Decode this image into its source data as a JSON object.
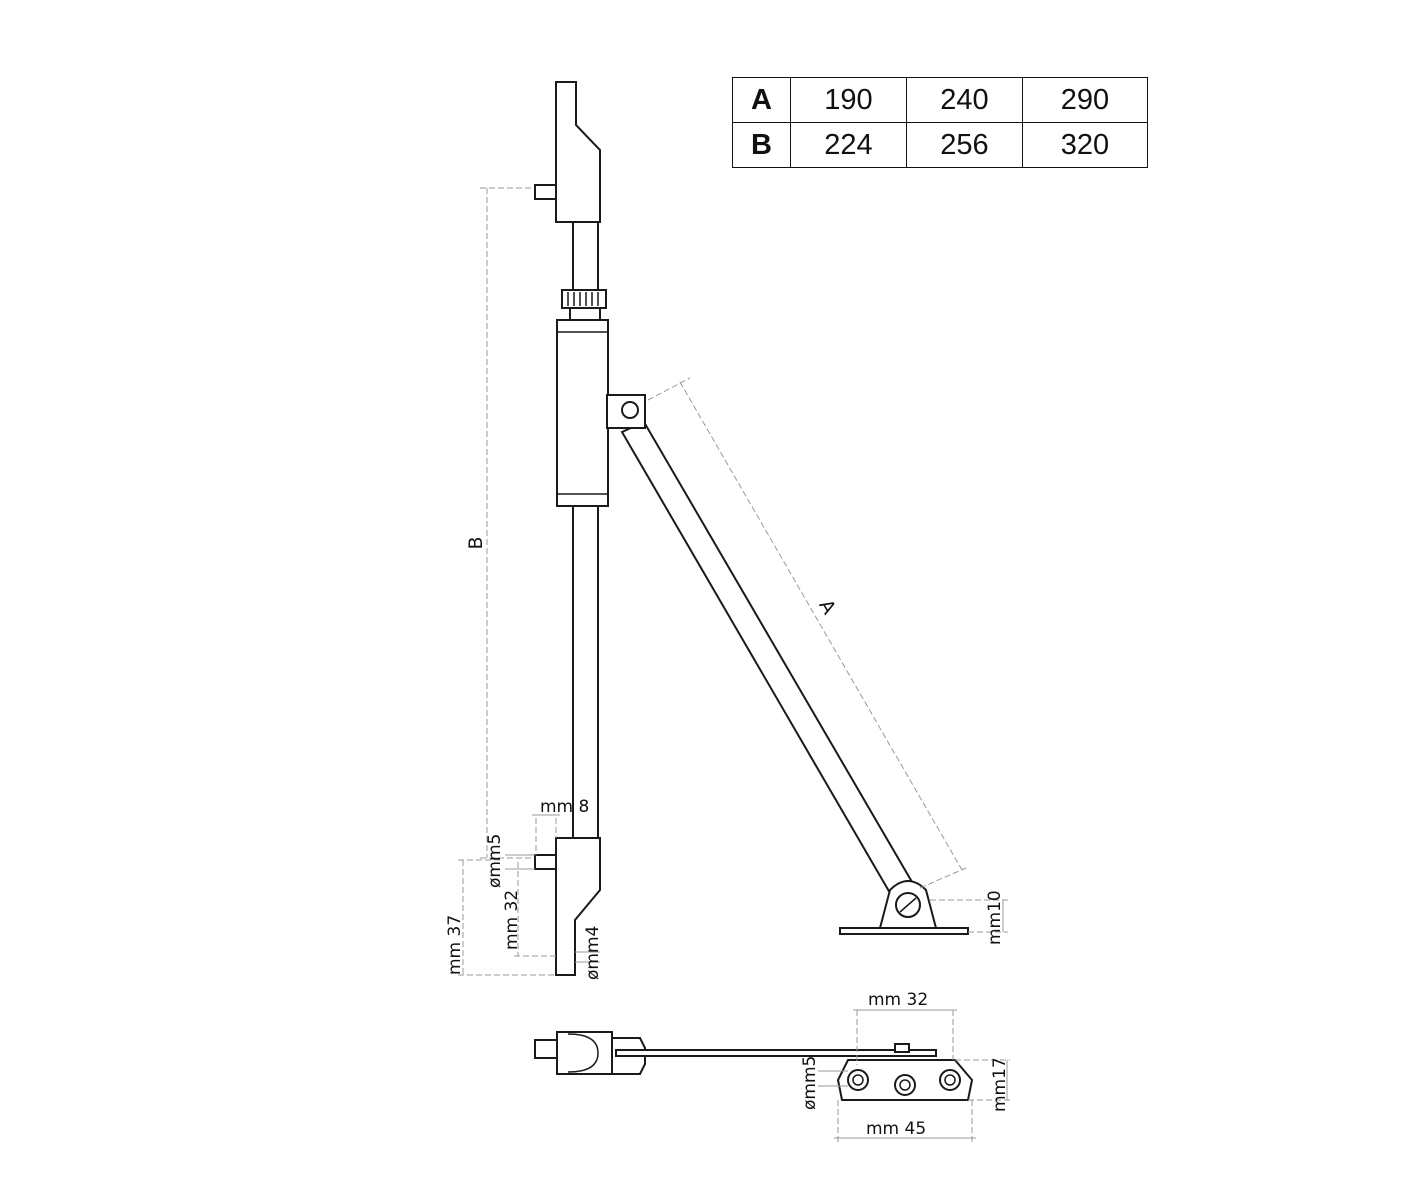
{
  "table": {
    "rows": [
      {
        "label": "A",
        "values": [
          "190",
          "240",
          "290"
        ]
      },
      {
        "label": "B",
        "values": [
          "224",
          "256",
          "320"
        ]
      }
    ]
  },
  "dimensions": {
    "b_label": "B",
    "a_label": "A",
    "pin_length": "mm 8",
    "pin_diameter": "ømm5",
    "pin_offset": "mm 32",
    "bracket_height": "mm 37",
    "hole_diameter": "ømm4",
    "base_height": "mm10",
    "hole_spacing": "mm 32",
    "base_hole_diameter": "ømm5",
    "base_depth": "mm17",
    "base_width": "mm 45"
  }
}
